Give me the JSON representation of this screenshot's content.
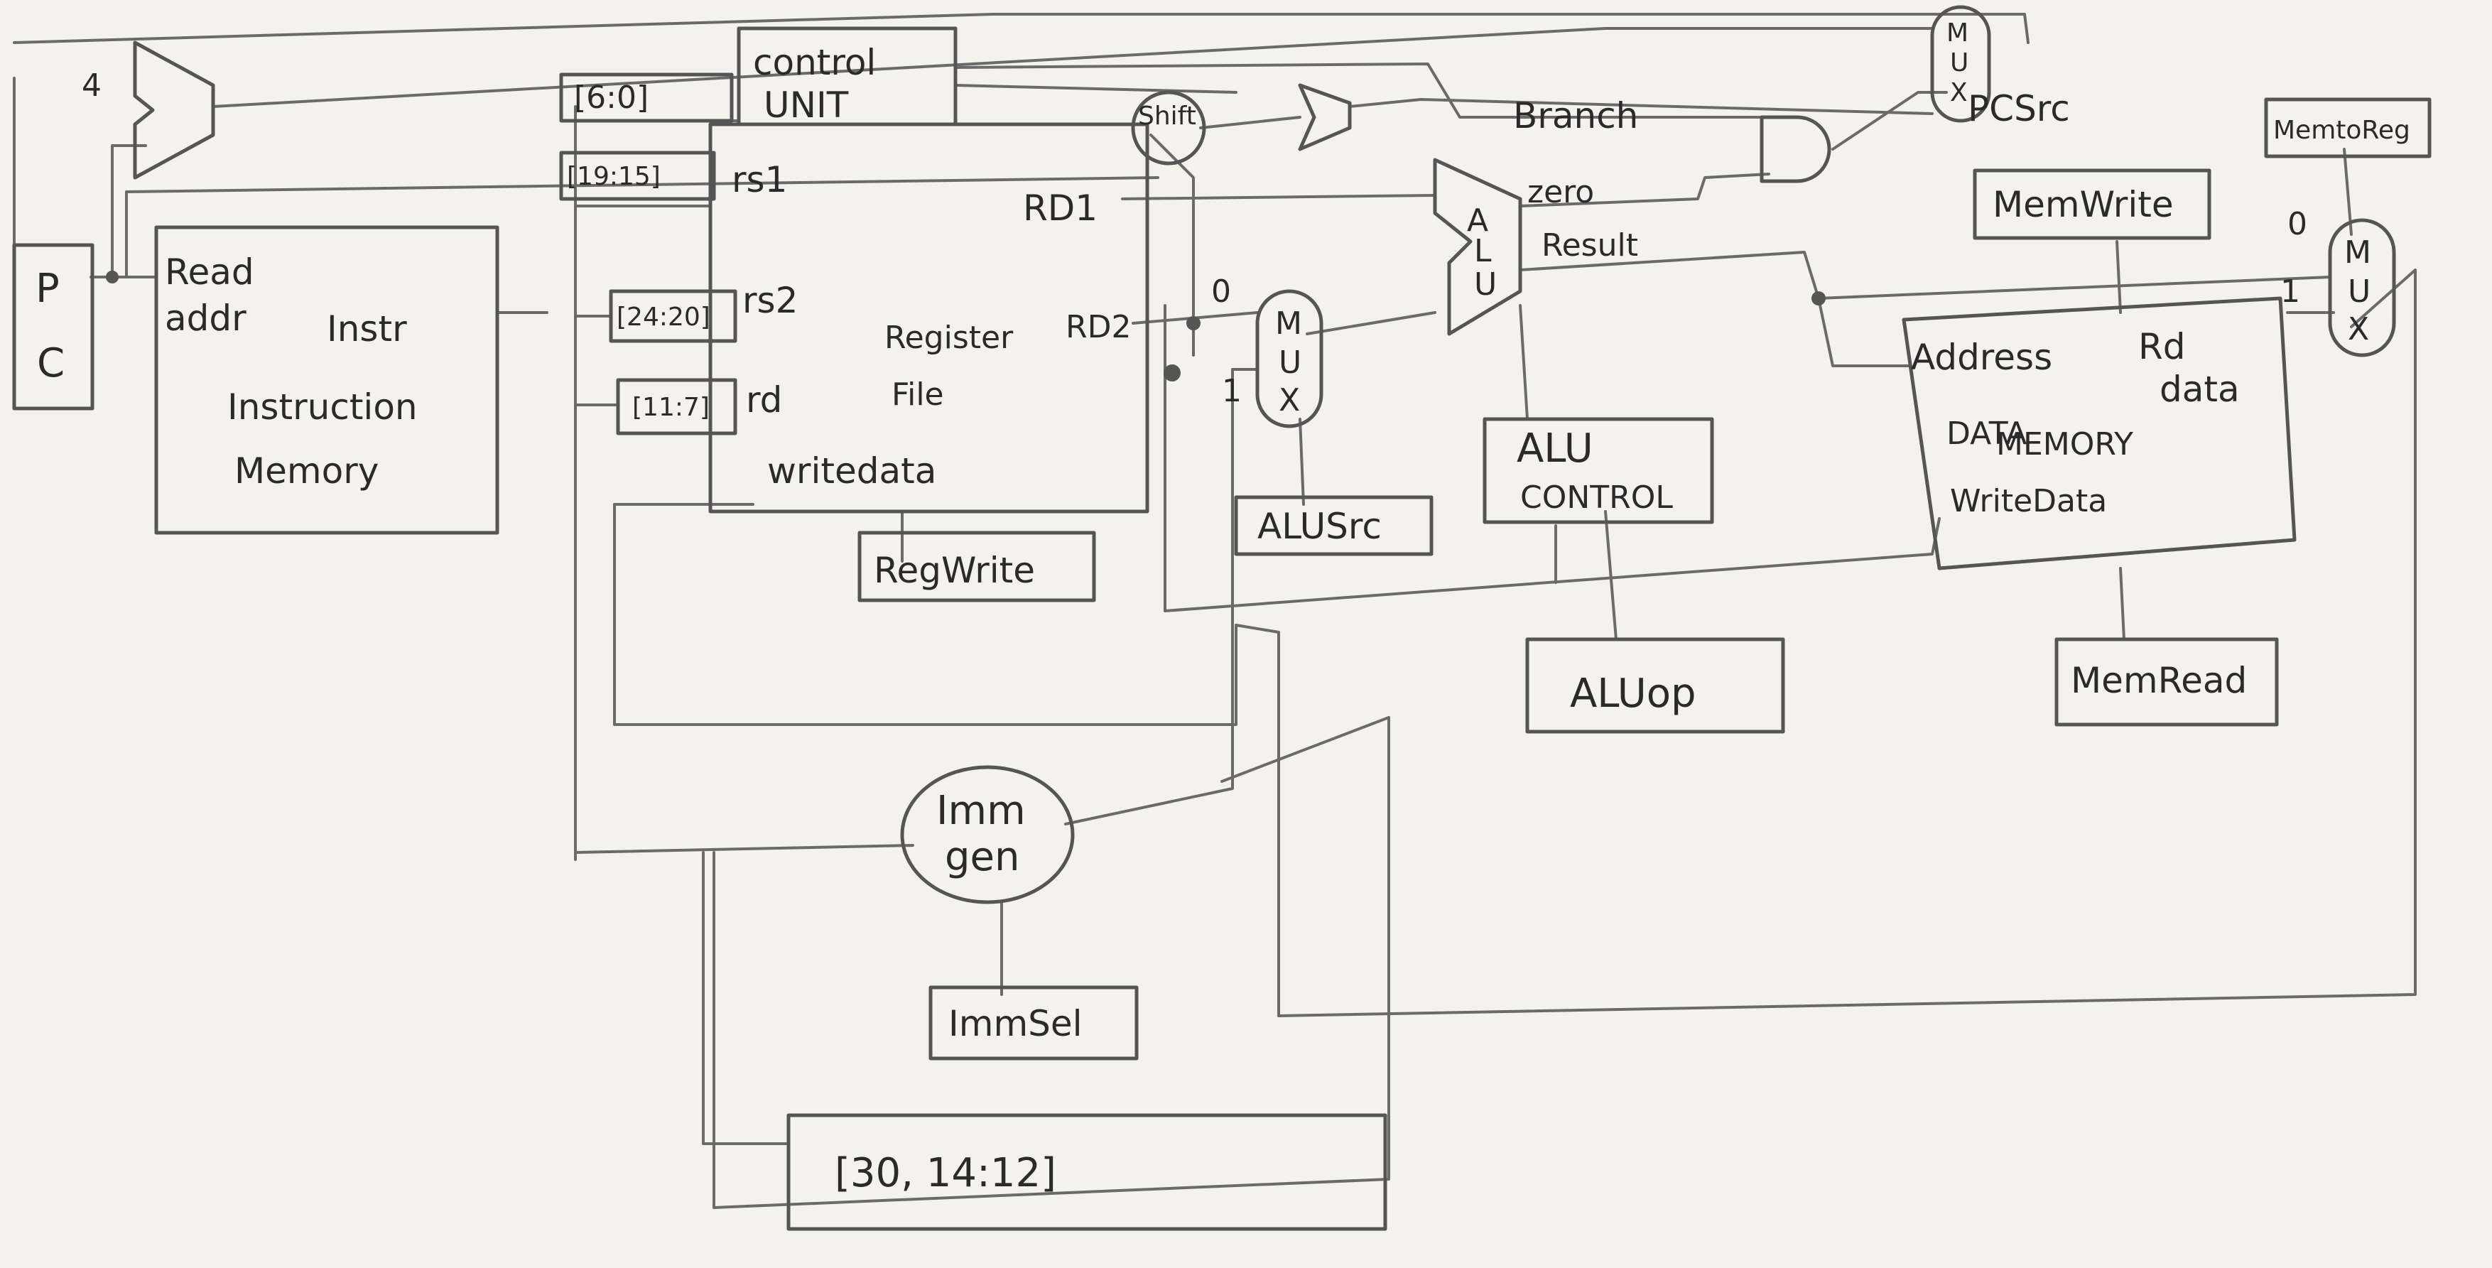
{
  "pc": {
    "p": "P",
    "c": "C"
  },
  "pc_adder_const": "4",
  "instruction_memory": {
    "read_addr_1": "Read",
    "read_addr_2": "addr",
    "instr": "Instr",
    "title_1": "Instruction",
    "title_2": "Memory"
  },
  "bit_fields": {
    "opcode": "[6:0]",
    "rs1": "[19:15]",
    "rs2": "[24:20]",
    "rd": "[11:7]",
    "funct": "[30, 14:12]"
  },
  "control_unit": {
    "line1": "control",
    "line2": "UNIT"
  },
  "register_file": {
    "rs1": "rs1",
    "rs2": "rs2",
    "rd": "rd",
    "write_data": "writedata",
    "rd1": "RD1",
    "rd2": "RD2",
    "title_1": "Register",
    "title_2": "File"
  },
  "shift_label": "Shift",
  "reg_write": "RegWrite",
  "imm_gen": {
    "line1": "Imm",
    "line2": "gen"
  },
  "imm_sel": "ImmSel",
  "alu_src_mux": {
    "letters": [
      "M",
      "U",
      "X"
    ],
    "in0": "0",
    "in1": "1"
  },
  "alu_src": "ALUSrc",
  "alu": {
    "letters": [
      "A",
      "L",
      "U"
    ],
    "zero": "zero",
    "result": "Result"
  },
  "alu_control": {
    "line1": "ALU",
    "line2": "CONTROL"
  },
  "alu_op": "ALUop",
  "branch": "Branch",
  "pcsrc_mux": {
    "letters": [
      "M",
      "U",
      "X"
    ],
    "label": "PCSrc"
  },
  "data_memory": {
    "address": "Address",
    "rd_1": "Rd",
    "rd_2": "data",
    "title_1": "DATA",
    "title_2": "MEMORY",
    "write_data": "WriteData"
  },
  "mem_write": "MemWrite",
  "mem_read": "MemRead",
  "mem_to_reg": "MemtoReg",
  "wb_mux": {
    "letters": [
      "M",
      "U",
      "X"
    ],
    "in0": "0",
    "in1": "1"
  }
}
